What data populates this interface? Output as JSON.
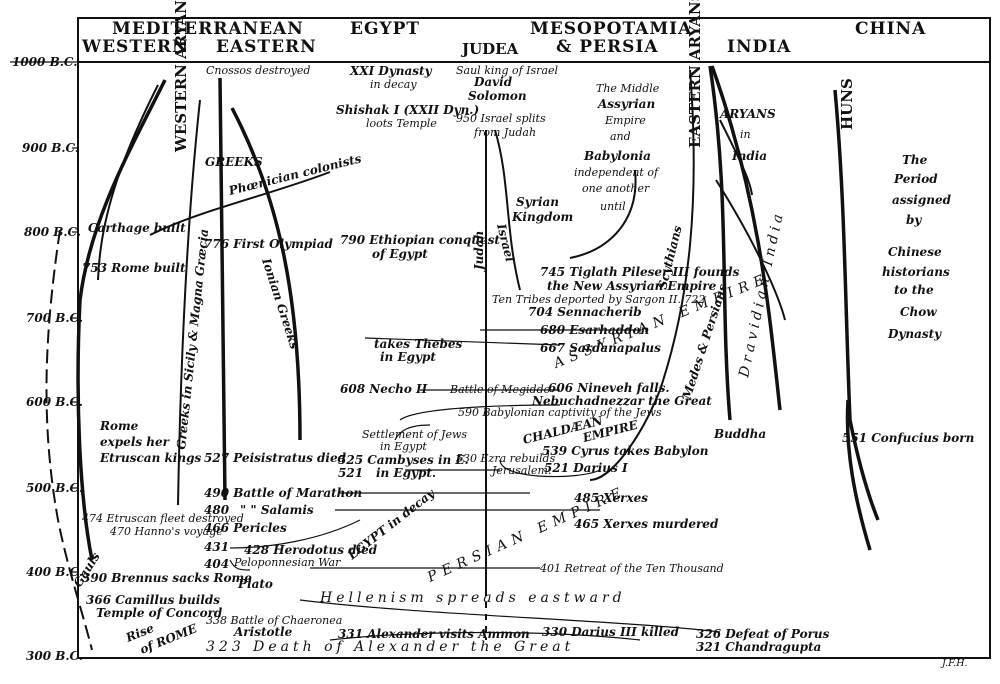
{
  "headers": {
    "mediterranean": "MEDITERRANEAN",
    "western": "WESTERN",
    "eastern": "EASTERN",
    "egypt": "EGYPT",
    "mesopotamia": "MESOPOTAMIA",
    "judea": "JUDEA",
    "persia": "& PERSIA",
    "india": "INDIA",
    "china": "CHINA"
  },
  "years": [
    "1000 B.C.",
    "900 B.C.",
    "800 B.C.",
    "700 B.C.",
    "600 B.C.",
    "500 B.C.",
    "400 B.C.",
    "300 B.C."
  ],
  "vertical": {
    "western_aryans": "WESTERN ARYANS",
    "greeks": "GREEKS",
    "phoenician": "Phœnician colonists",
    "ionian": "Ionian Greeks",
    "magna_graecia": "Greeks in Sicily & Magna Græcia",
    "judah": "Judah",
    "israel": "Israel",
    "eastern_aryans": "EASTERN ARYANS",
    "scythians": "Scythians",
    "medes": "Medes & Persians",
    "dravidian": "Dravidian India",
    "huns": "HUNS",
    "gauls": "Gauls",
    "egypt_decay": "EGYPT in decay"
  },
  "events": {
    "cnossos": "Cnossos destroyed",
    "xxi_dynasty": "XXI Dynasty",
    "in_decay": "in decay",
    "saul": "Saul king of Israel",
    "david": "David",
    "solomon": "Solomon",
    "shishak": "Shishak I (XXII Dyn.)",
    "loots_temple": "loots Temple",
    "israel_splits": "950 Israel splits",
    "from_judah": "from Judah",
    "middle_assyrian": [
      "The Middle",
      "Assyrian",
      "Empire",
      "and",
      "Babylonia",
      "independent of",
      "one another",
      "until"
    ],
    "syrian": "Syrian",
    "kingdom": "Kingdom",
    "aryans_in_india": [
      "ARYANS",
      "in",
      "India"
    ],
    "chinese_period": [
      "The",
      "Period",
      "assigned",
      "by",
      "Chinese",
      "historians",
      "to the",
      "Chow",
      "Dynasty"
    ],
    "carthage": "Carthage built",
    "rome_built": "753 Rome built",
    "first_olympiad": "776 First Olympiad",
    "ethiopian": "790 Ethiopian conquest",
    "of_egypt": "of Egypt",
    "tiglath": "745 Tiglath Pileser III founds",
    "new_assyrian": "the New Assyrian Empire",
    "ten_tribes": "Ten Tribes deported by Sargon II. 722",
    "sennacherib": "704 Sennacherib",
    "esarhaddon": "680 Esarhaddon",
    "takes_thebes": "takes Thebes",
    "in_egypt": "in Egypt",
    "sardanapalus": "667 Sardanapalus",
    "necho": "608 Necho II",
    "megiddo": "Battle of Megiddo",
    "nineveh": "606 Nineveh falls.",
    "nebuchadnezzar": "Nebuchadnezzar the Great",
    "captivity": "590 Babylonian captivity of the Jews",
    "settlement": "Settlement of Jews",
    "in_egypt2": "in Egypt",
    "rome_expels": [
      "Rome",
      "expels her",
      "Etruscan kings"
    ],
    "peisistratus": "527 Peisistratus died",
    "cambyses": "525 Cambyses in E.",
    "y521": "521",
    "in_egypt3": "in Egypt.",
    "ezra": "530 Ezra rebuilds",
    "jerusalem": "Jerusalem.",
    "cyrus": "539 Cyrus takes Babylon",
    "darius": "521 Darius I",
    "buddha": "Buddha",
    "confucius": "551 Confucius born",
    "marathon": "490 Battle of Marathon",
    "y480": "480",
    "salamis": "\" \" Salamis",
    "xerxes": "485 Xerxes",
    "xerxes_murdered": "465 Xerxes murdered",
    "pericles": "466 Pericles",
    "etruscan_fleet": "474 Etruscan fleet destroyed",
    "hanno": "470 Hanno's voyage",
    "y431": "431",
    "herodotus": "428 Herodotus died",
    "y404": "404",
    "peloponnesian": "Peloponnesian War",
    "retreat": "401 Retreat of the Ten Thousand",
    "brennus": "390 Brennus sacks Rome",
    "plato": "Plato",
    "hellenism": "Hellenism spreads eastward",
    "camillus": "366 Camillus builds",
    "concord": "Temple of Concord",
    "chaeronea": "338 Battle of Chaeronea",
    "aristotle": "Aristotle",
    "alexander_visits": "331 Alexander visits Ammon",
    "darius3": "330 Darius III killed",
    "porus": "326 Defeat of Porus",
    "death_alexander": "323 Death of Alexander the Great",
    "chandragupta": "321 Chandragupta",
    "rise_of_rome": [
      "Rise",
      "of ROME"
    ],
    "assyrian_empire": "ASSYRIAN EMPIRE",
    "chaldaean_empire": [
      "CHALDÆAN",
      "EMPIRE"
    ],
    "persian_empire": "PERSIAN EMPIRE",
    "signature": "J.F.H."
  }
}
